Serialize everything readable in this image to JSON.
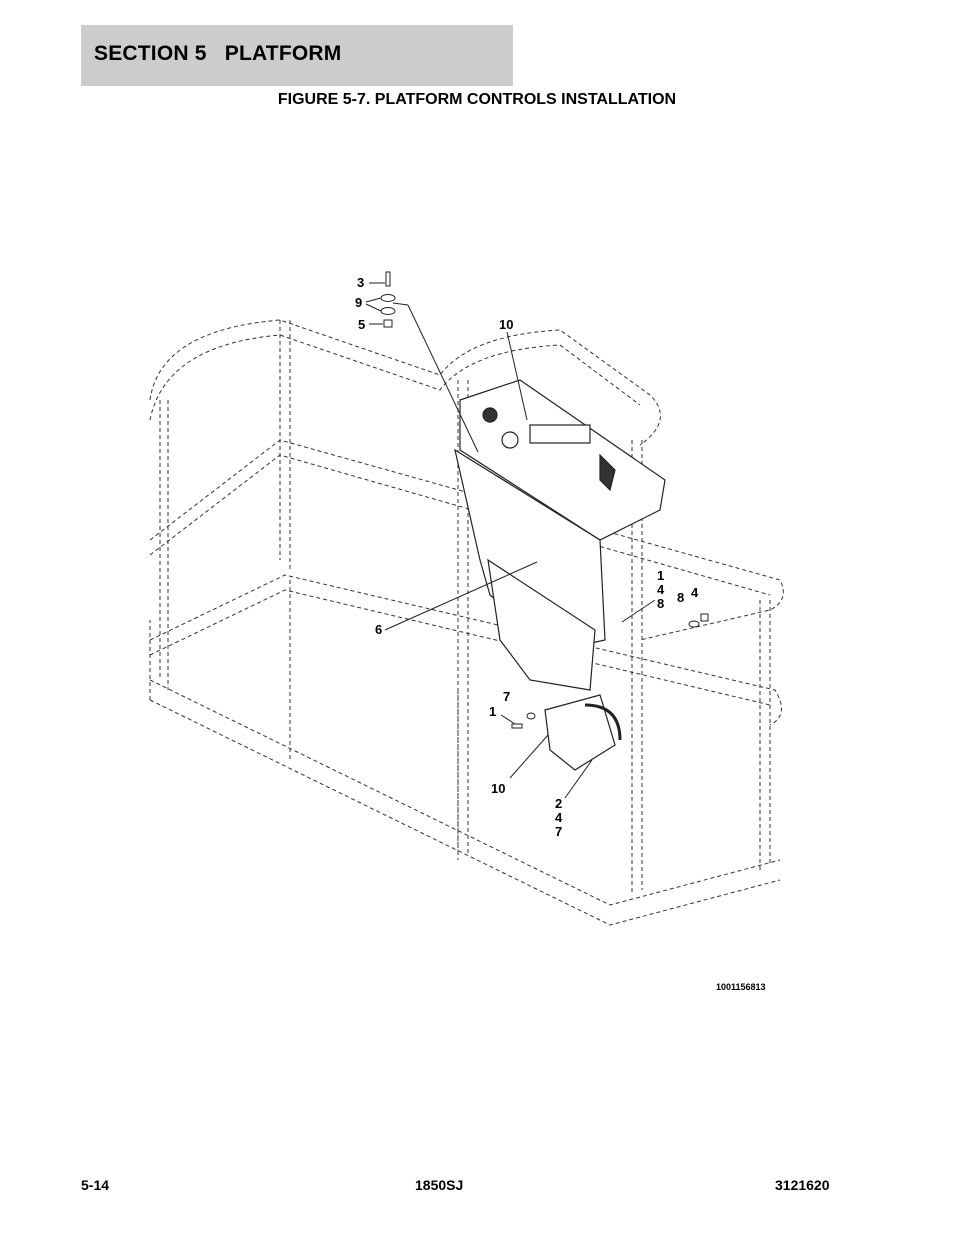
{
  "header": {
    "section_title": "SECTION 5   PLATFORM"
  },
  "figure": {
    "title": "FIGURE 5-7. PLATFORM CONTROLS INSTALLATION",
    "drawing_number": "1001156813",
    "callouts": {
      "c3": "3",
      "c9": "9",
      "c5": "5",
      "c10_top": "10",
      "c6": "6",
      "c1_top": "1",
      "c4_top": "4",
      "c8_top": "8",
      "c8_side": "8",
      "c4_side": "4",
      "c7": "7",
      "c1_bottom": "1",
      "c10_bottom": "10",
      "c2": "2",
      "c4_bottom": "4",
      "c7_bottom": "7"
    }
  },
  "footer": {
    "page": "5-14",
    "model": "1850SJ",
    "doc_number": "3121620"
  }
}
